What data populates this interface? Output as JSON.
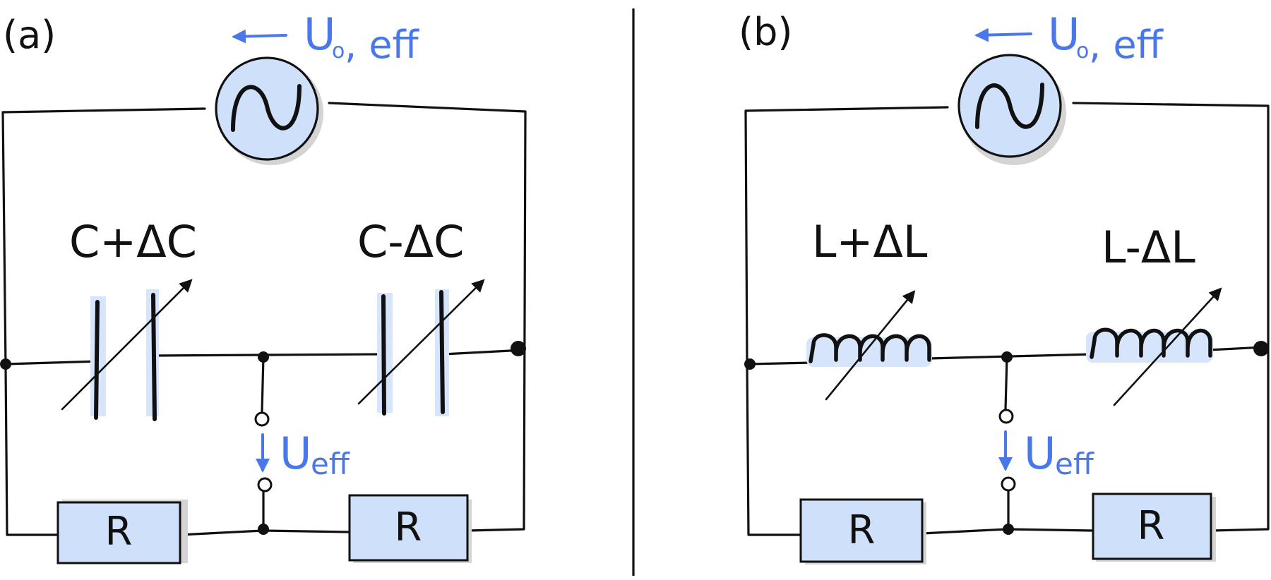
{
  "panels": [
    {
      "id": "a",
      "panel_label": "(a)",
      "source_label_main": "U",
      "source_label_sub": "o",
      "source_label_suffix": ", eff",
      "left_component_label": "C+ΔC",
      "right_component_label": "C-ΔC",
      "output_label_main": "U",
      "output_label_sub": "eff",
      "resistor_left_label": "R",
      "resistor_right_label": "R"
    },
    {
      "id": "b",
      "panel_label": "(b)",
      "source_label_main": "U",
      "source_label_sub": "o",
      "source_label_suffix": ", eff",
      "left_component_label": "L+ΔL",
      "right_component_label": "L-ΔL",
      "output_label_main": "U",
      "output_label_sub": "eff",
      "resistor_left_label": "R",
      "resistor_right_label": "R"
    }
  ],
  "colors": {
    "ink": "#111111",
    "accent_blue": "#4a78e8",
    "component_fill": "#cfe0fb"
  },
  "icons": [
    "ac-source-icon",
    "variable-capacitor-icon",
    "variable-inductor-icon",
    "resistor-icon"
  ]
}
